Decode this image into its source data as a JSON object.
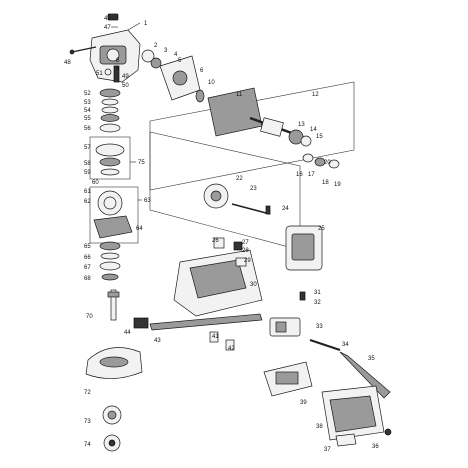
{
  "labels": {
    "l1": "1",
    "l2": "2",
    "l3": "3",
    "l4": "4",
    "l5": "5",
    "l6": "6",
    "l8": "8",
    "l9": "9",
    "l10": "10",
    "l11": "11",
    "l12": "12",
    "l13": "13",
    "l14": "14",
    "l15": "15",
    "l16": "16",
    "l17": "17",
    "l18": "18",
    "l19": "19",
    "l20": "20",
    "l22": "22",
    "l23": "23",
    "l24": "24",
    "l25": "25",
    "l26": "26",
    "l27": "27",
    "l28": "28",
    "l29": "29",
    "l30": "30",
    "l31": "31",
    "l32": "32",
    "l33": "33",
    "l34": "34",
    "l35": "35",
    "l36": "36",
    "l37": "37",
    "l38": "38",
    "l39": "39",
    "l41": "41",
    "l42": "42",
    "l43": "43",
    "l44": "44",
    "l46": "46",
    "l47": "47",
    "l48": "48",
    "l49": "49",
    "l50": "50",
    "l51": "51",
    "l52": "52",
    "l53": "53",
    "l54": "54",
    "l55": "55",
    "l56": "56",
    "l57": "57",
    "l58": "58",
    "l59": "59",
    "l60": "60",
    "l61": "61",
    "l62": "62",
    "l63": "63",
    "l64": "64",
    "l65": "65",
    "l66": "66",
    "l67": "67",
    "l68": "68",
    "l70": "70",
    "l72": "72",
    "l73": "73",
    "l74": "74",
    "l75": "75"
  }
}
